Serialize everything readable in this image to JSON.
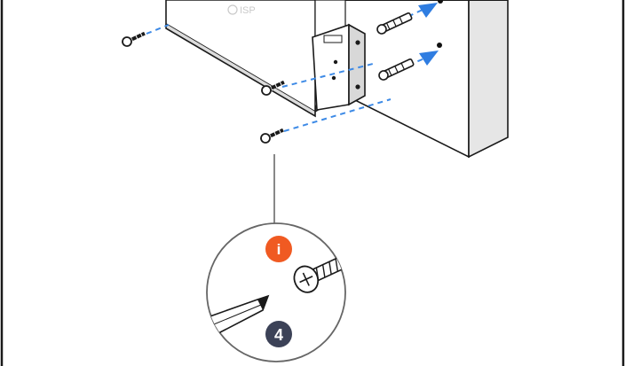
{
  "diagram": {
    "device_logo_text": "ISP",
    "info_badge": {
      "text": "i",
      "color": "#f05a22"
    },
    "step_badge": {
      "text": "4",
      "color": "#3c4257"
    },
    "arrow_color": "#2f7de1",
    "icons": [
      "screw-icon",
      "wall-anchor-icon",
      "screwdriver-icon",
      "phillips-screw-icon"
    ]
  }
}
